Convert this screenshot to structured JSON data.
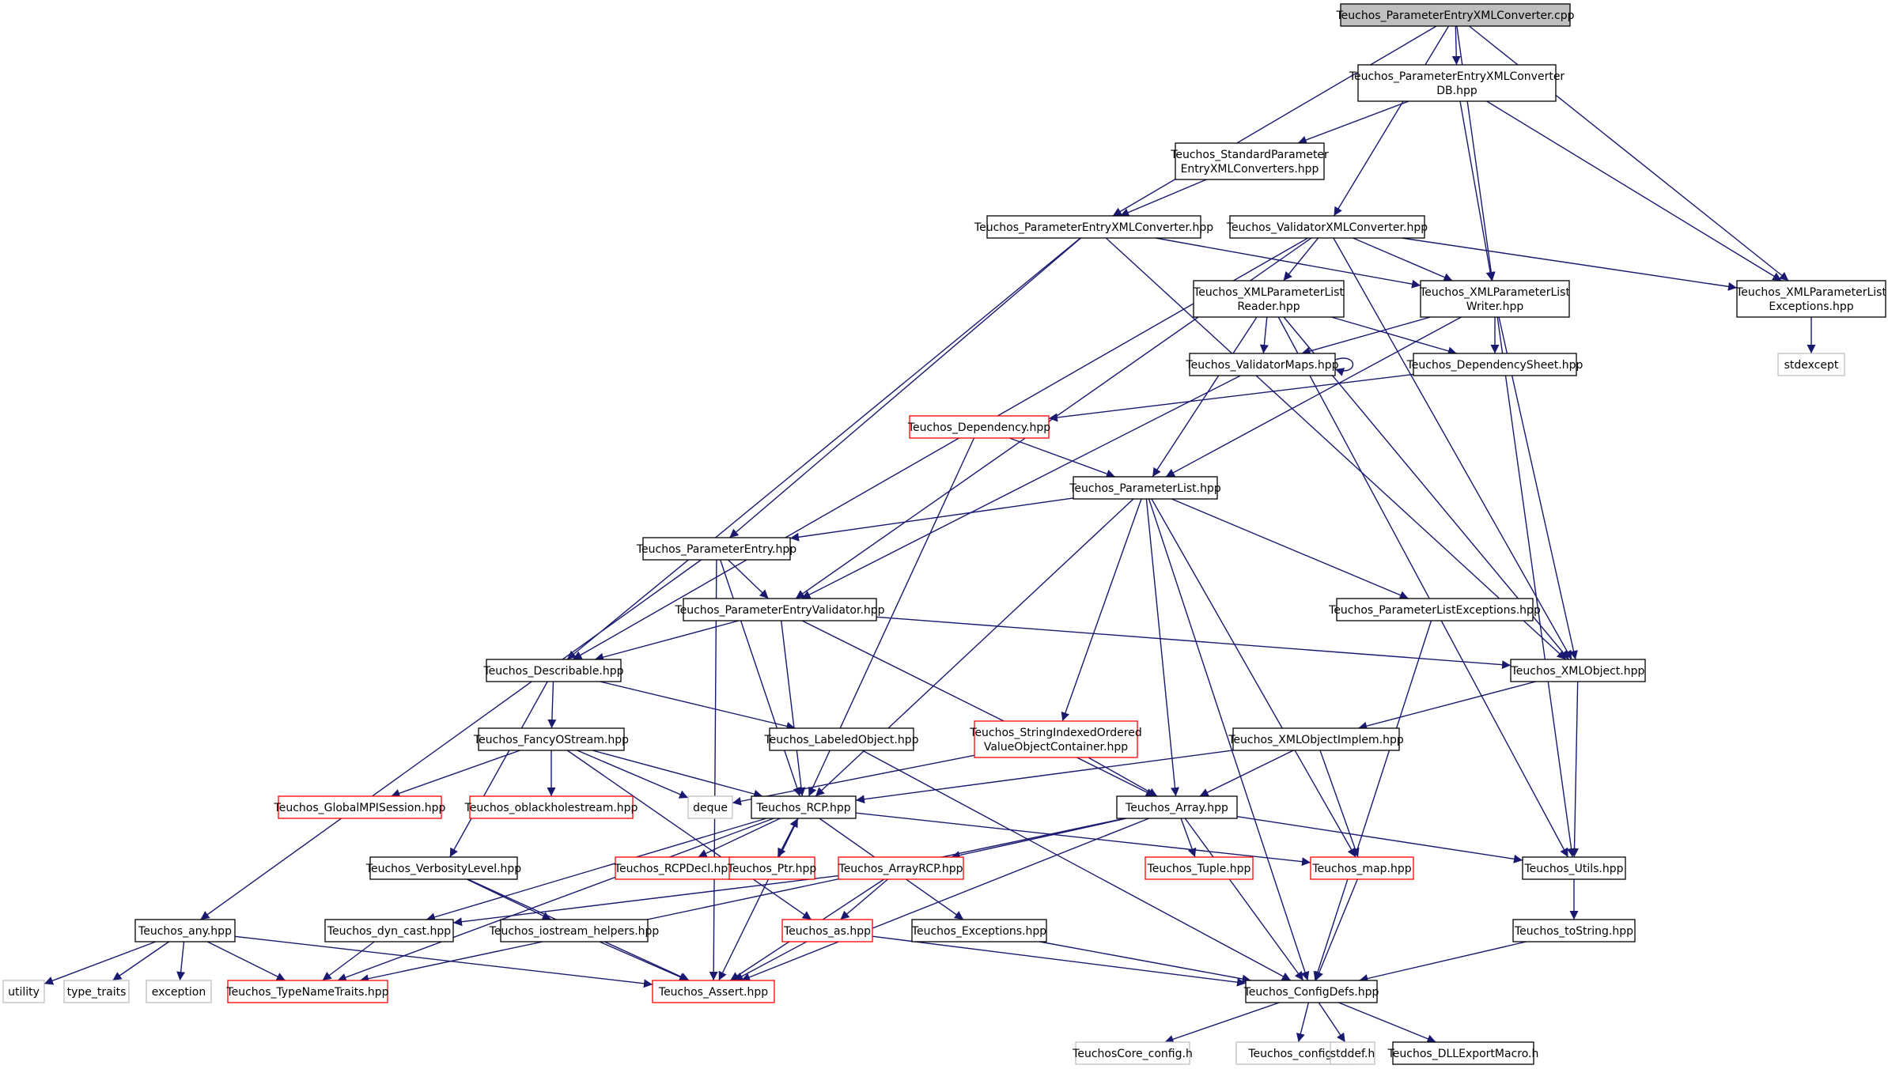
{
  "colors": {
    "edge": "#191970",
    "border_normal": "#000000",
    "border_truncated": "#ff0000",
    "border_system": "#bfbfbf",
    "fill_root": "#bfbfbf",
    "fill": "#ffffff"
  },
  "nodes": [
    {
      "id": "root",
      "lines": [
        "Teuchos_ParameterEntryXMLConverter.cpp"
      ],
      "kind": "root"
    },
    {
      "id": "pexdb",
      "lines": [
        "Teuchos_ParameterEntryXMLConverter",
        "DB.hpp"
      ],
      "kind": "normal"
    },
    {
      "id": "stdpe",
      "lines": [
        "Teuchos_StandardParameter",
        "EntryXMLConverters.hpp"
      ],
      "kind": "normal"
    },
    {
      "id": "pexml",
      "lines": [
        "Teuchos_ParameterEntryXMLConverter.hpp"
      ],
      "kind": "normal"
    },
    {
      "id": "valxml",
      "lines": [
        "Teuchos_ValidatorXMLConverter.hpp"
      ],
      "kind": "normal"
    },
    {
      "id": "xplreader",
      "lines": [
        "Teuchos_XMLParameterList",
        "Reader.hpp"
      ],
      "kind": "normal"
    },
    {
      "id": "xplwriter",
      "lines": [
        "Teuchos_XMLParameterList",
        "Writer.hpp"
      ],
      "kind": "normal"
    },
    {
      "id": "xplexc",
      "lines": [
        "Teuchos_XMLParameterList",
        "Exceptions.hpp"
      ],
      "kind": "normal"
    },
    {
      "id": "stdexcept",
      "lines": [
        "stdexcept"
      ],
      "kind": "system"
    },
    {
      "id": "valmaps",
      "lines": [
        "Teuchos_ValidatorMaps.hpp"
      ],
      "kind": "normal"
    },
    {
      "id": "depsheet",
      "lines": [
        "Teuchos_DependencySheet.hpp"
      ],
      "kind": "normal"
    },
    {
      "id": "dep",
      "lines": [
        "Teuchos_Dependency.hpp"
      ],
      "kind": "trunc"
    },
    {
      "id": "plist",
      "lines": [
        "Teuchos_ParameterList.hpp"
      ],
      "kind": "normal"
    },
    {
      "id": "pentry",
      "lines": [
        "Teuchos_ParameterEntry.hpp"
      ],
      "kind": "normal"
    },
    {
      "id": "pev",
      "lines": [
        "Teuchos_ParameterEntryValidator.hpp"
      ],
      "kind": "normal"
    },
    {
      "id": "plexc",
      "lines": [
        "Teuchos_ParameterListExceptions.hpp"
      ],
      "kind": "normal"
    },
    {
      "id": "describable",
      "lines": [
        "Teuchos_Describable.hpp"
      ],
      "kind": "normal"
    },
    {
      "id": "xmlobj",
      "lines": [
        "Teuchos_XMLObject.hpp"
      ],
      "kind": "normal"
    },
    {
      "id": "fancy",
      "lines": [
        "Teuchos_FancyOStream.hpp"
      ],
      "kind": "normal"
    },
    {
      "id": "labeled",
      "lines": [
        "Teuchos_LabeledObject.hpp"
      ],
      "kind": "normal"
    },
    {
      "id": "siovoc",
      "lines": [
        "Teuchos_StringIndexedOrdered",
        "ValueObjectContainer.hpp"
      ],
      "kind": "trunc"
    },
    {
      "id": "xmlimpl",
      "lines": [
        "Teuchos_XMLObjectImplem.hpp"
      ],
      "kind": "normal"
    },
    {
      "id": "mpisess",
      "lines": [
        "Teuchos_GlobalMPISession.hpp"
      ],
      "kind": "trunc"
    },
    {
      "id": "oblack",
      "lines": [
        "Teuchos_oblackholestream.hpp"
      ],
      "kind": "trunc"
    },
    {
      "id": "deque",
      "lines": [
        "deque"
      ],
      "kind": "system"
    },
    {
      "id": "rcp",
      "lines": [
        "Teuchos_RCP.hpp"
      ],
      "kind": "normal"
    },
    {
      "id": "array",
      "lines": [
        "Teuchos_Array.hpp"
      ],
      "kind": "normal"
    },
    {
      "id": "verb",
      "lines": [
        "Teuchos_VerbosityLevel.hpp"
      ],
      "kind": "normal"
    },
    {
      "id": "rcpdecl",
      "lines": [
        "Teuchos_RCPDecl.hpp"
      ],
      "kind": "trunc"
    },
    {
      "id": "ptr",
      "lines": [
        "Teuchos_Ptr.hpp"
      ],
      "kind": "trunc"
    },
    {
      "id": "arcp",
      "lines": [
        "Teuchos_ArrayRCP.hpp"
      ],
      "kind": "trunc"
    },
    {
      "id": "tuple",
      "lines": [
        "Teuchos_Tuple.hpp"
      ],
      "kind": "trunc"
    },
    {
      "id": "map",
      "lines": [
        "Teuchos_map.hpp"
      ],
      "kind": "trunc"
    },
    {
      "id": "utils",
      "lines": [
        "Teuchos_Utils.hpp"
      ],
      "kind": "normal"
    },
    {
      "id": "any",
      "lines": [
        "Teuchos_any.hpp"
      ],
      "kind": "normal"
    },
    {
      "id": "dyncast",
      "lines": [
        "Teuchos_dyn_cast.hpp"
      ],
      "kind": "normal"
    },
    {
      "id": "iohelp",
      "lines": [
        "Teuchos_iostream_helpers.hpp"
      ],
      "kind": "normal"
    },
    {
      "id": "as",
      "lines": [
        "Teuchos_as.hpp"
      ],
      "kind": "trunc"
    },
    {
      "id": "exceptions",
      "lines": [
        "Teuchos_Exceptions.hpp"
      ],
      "kind": "normal"
    },
    {
      "id": "tostring",
      "lines": [
        "Teuchos_toString.hpp"
      ],
      "kind": "normal"
    },
    {
      "id": "utility",
      "lines": [
        "utility"
      ],
      "kind": "system"
    },
    {
      "id": "typetraits",
      "lines": [
        "type_traits"
      ],
      "kind": "system"
    },
    {
      "id": "exception",
      "lines": [
        "exception"
      ],
      "kind": "system"
    },
    {
      "id": "tnt",
      "lines": [
        "Teuchos_TypeNameTraits.hpp"
      ],
      "kind": "trunc"
    },
    {
      "id": "assert",
      "lines": [
        "Teuchos_Assert.hpp"
      ],
      "kind": "trunc"
    },
    {
      "id": "configdefs",
      "lines": [
        "Teuchos_ConfigDefs.hpp"
      ],
      "kind": "normal"
    },
    {
      "id": "coreconf",
      "lines": [
        "TeuchosCore_config.h"
      ],
      "kind": "system"
    },
    {
      "id": "tconfig",
      "lines": [
        "Teuchos_config.h"
      ],
      "kind": "system"
    },
    {
      "id": "stddef",
      "lines": [
        "stddef.h"
      ],
      "kind": "system"
    },
    {
      "id": "dllexp",
      "lines": [
        "Teuchos_DLLExportMacro.h"
      ],
      "kind": "normal"
    }
  ],
  "edges": [
    [
      "root",
      "pexdb"
    ],
    [
      "root",
      "pexml"
    ],
    [
      "root",
      "valxml"
    ],
    [
      "root",
      "xplwriter"
    ],
    [
      "root",
      "xplexc"
    ],
    [
      "pexdb",
      "stdpe"
    ],
    [
      "pexdb",
      "xplwriter"
    ],
    [
      "pexdb",
      "xplexc"
    ],
    [
      "stdpe",
      "pexml"
    ],
    [
      "pexml",
      "pentry"
    ],
    [
      "pexml",
      "describable"
    ],
    [
      "pexml",
      "xmlobj"
    ],
    [
      "pexml",
      "xplwriter"
    ],
    [
      "valxml",
      "pev"
    ],
    [
      "valxml",
      "describable"
    ],
    [
      "valxml",
      "xplreader"
    ],
    [
      "valxml",
      "xplwriter"
    ],
    [
      "valxml",
      "xplexc"
    ],
    [
      "valxml",
      "xmlobj"
    ],
    [
      "xplreader",
      "valmaps"
    ],
    [
      "xplreader",
      "depsheet"
    ],
    [
      "xplreader",
      "plist"
    ],
    [
      "xplreader",
      "xmlobj"
    ],
    [
      "xplreader",
      "utils"
    ],
    [
      "xplwriter",
      "valmaps"
    ],
    [
      "xplwriter",
      "depsheet"
    ],
    [
      "xplwriter",
      "plist"
    ],
    [
      "xplwriter",
      "xmlobj"
    ],
    [
      "xplwriter",
      "utils"
    ],
    [
      "xplexc",
      "stdexcept"
    ],
    [
      "valmaps",
      "valmaps"
    ],
    [
      "valmaps",
      "pev"
    ],
    [
      "depsheet",
      "dep"
    ],
    [
      "dep",
      "plist"
    ],
    [
      "dep",
      "rcp"
    ],
    [
      "plist",
      "pentry"
    ],
    [
      "plist",
      "plexc"
    ],
    [
      "plist",
      "siovoc"
    ],
    [
      "plist",
      "rcp"
    ],
    [
      "plist",
      "array"
    ],
    [
      "plist",
      "map"
    ],
    [
      "plist",
      "configdefs"
    ],
    [
      "pentry",
      "pev"
    ],
    [
      "pentry",
      "any"
    ],
    [
      "pentry",
      "rcp"
    ],
    [
      "pentry",
      "assert"
    ],
    [
      "pev",
      "describable"
    ],
    [
      "pev",
      "xmlobj"
    ],
    [
      "pev",
      "rcp"
    ],
    [
      "pev",
      "array"
    ],
    [
      "plexc",
      "configdefs"
    ],
    [
      "describable",
      "fancy"
    ],
    [
      "describable",
      "labeled"
    ],
    [
      "describable",
      "verb"
    ],
    [
      "xmlobj",
      "xmlimpl"
    ],
    [
      "xmlobj",
      "utils"
    ],
    [
      "fancy",
      "mpisess"
    ],
    [
      "fancy",
      "oblack"
    ],
    [
      "fancy",
      "deque"
    ],
    [
      "fancy",
      "rcp"
    ],
    [
      "fancy",
      "as"
    ],
    [
      "labeled",
      "configdefs"
    ],
    [
      "siovoc",
      "array"
    ],
    [
      "siovoc",
      "deque"
    ],
    [
      "xmlimpl",
      "rcp"
    ],
    [
      "xmlimpl",
      "array"
    ],
    [
      "xmlimpl",
      "map"
    ],
    [
      "rcp",
      "rcpdecl"
    ],
    [
      "rcp",
      "ptr"
    ],
    [
      "rcp",
      "dyncast"
    ],
    [
      "rcp",
      "exceptions"
    ],
    [
      "rcp",
      "map"
    ],
    [
      "rcp",
      "tnt"
    ],
    [
      "rcp",
      "assert"
    ],
    [
      "ptr",
      "rcp"
    ],
    [
      "array",
      "arcp"
    ],
    [
      "array",
      "tuple"
    ],
    [
      "array",
      "utils"
    ],
    [
      "array",
      "assert"
    ],
    [
      "array",
      "configdefs"
    ],
    [
      "array",
      "tnt"
    ],
    [
      "arcp",
      "as"
    ],
    [
      "arcp",
      "assert"
    ],
    [
      "arcp",
      "dyncast"
    ],
    [
      "map",
      "configdefs"
    ],
    [
      "utils",
      "tostring"
    ],
    [
      "tostring",
      "configdefs"
    ],
    [
      "verb",
      "iohelp"
    ],
    [
      "verb",
      "assert"
    ],
    [
      "any",
      "utility"
    ],
    [
      "any",
      "typetraits"
    ],
    [
      "any",
      "exception"
    ],
    [
      "any",
      "tnt"
    ],
    [
      "any",
      "assert"
    ],
    [
      "dyncast",
      "tnt"
    ],
    [
      "iohelp",
      "assert"
    ],
    [
      "as",
      "assert"
    ],
    [
      "as",
      "configdefs"
    ],
    [
      "exceptions",
      "configdefs"
    ],
    [
      "configdefs",
      "coreconf"
    ],
    [
      "configdefs",
      "tconfig"
    ],
    [
      "configdefs",
      "stddef"
    ],
    [
      "configdefs",
      "dllexp"
    ]
  ]
}
